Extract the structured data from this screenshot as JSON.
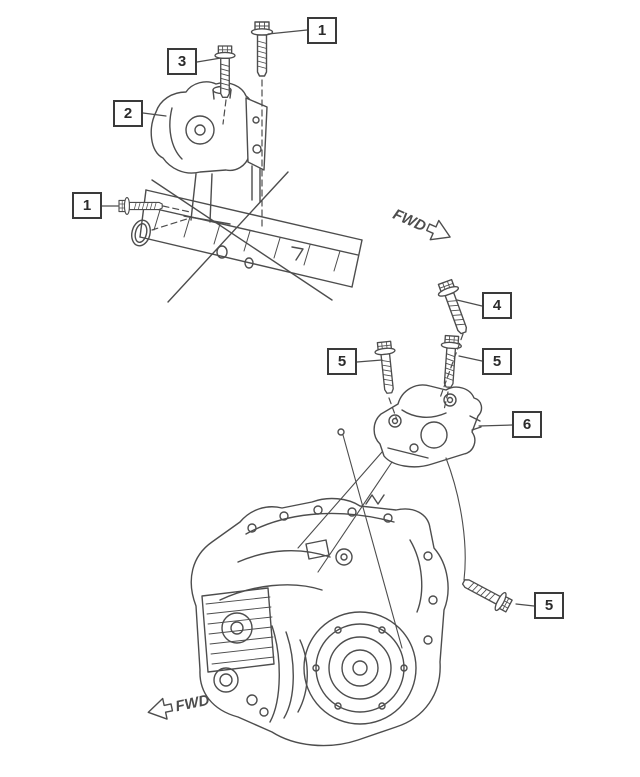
{
  "figure": {
    "type": "exploded-parts-diagram",
    "background_color": "#ffffff",
    "line_color": "#4d4d4d",
    "callouts": [
      {
        "id": "callout-1-top",
        "label": "1"
      },
      {
        "id": "callout-3",
        "label": "3"
      },
      {
        "id": "callout-2",
        "label": "2"
      },
      {
        "id": "callout-1-left",
        "label": "1"
      },
      {
        "id": "callout-4",
        "label": "4"
      },
      {
        "id": "callout-5-left",
        "label": "5"
      },
      {
        "id": "callout-5-right",
        "label": "5"
      },
      {
        "id": "callout-6",
        "label": "6"
      },
      {
        "id": "callout-5-bottom",
        "label": "5"
      }
    ],
    "direction_arrows": [
      {
        "id": "fwd-top-right",
        "label": "FWD"
      },
      {
        "id": "fwd-bottom-left",
        "label": "FWD"
      }
    ]
  }
}
